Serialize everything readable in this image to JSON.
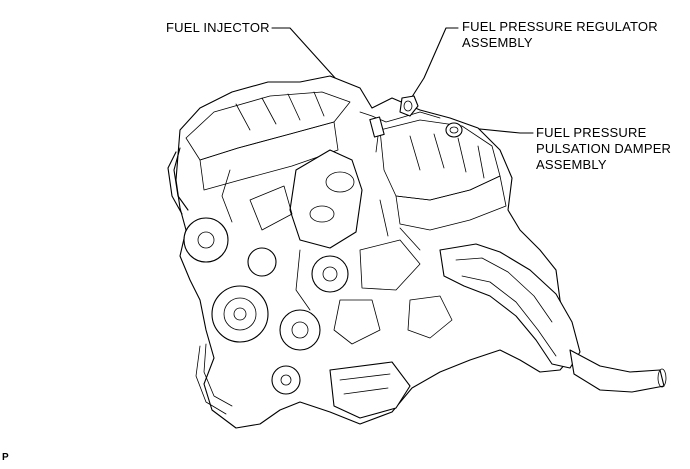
{
  "labels": {
    "fuel_injector": "FUEL INJECTOR",
    "regulator_line1": "FUEL PRESSURE REGULATOR",
    "regulator_line2": "ASSEMBLY",
    "damper_line1": "FUEL PRESSURE",
    "damper_line2": "PULSATION DAMPER",
    "damper_line3": "ASSEMBLY"
  },
  "figure_code": "P",
  "colors": {
    "ink": "#000000",
    "background": "#ffffff"
  }
}
